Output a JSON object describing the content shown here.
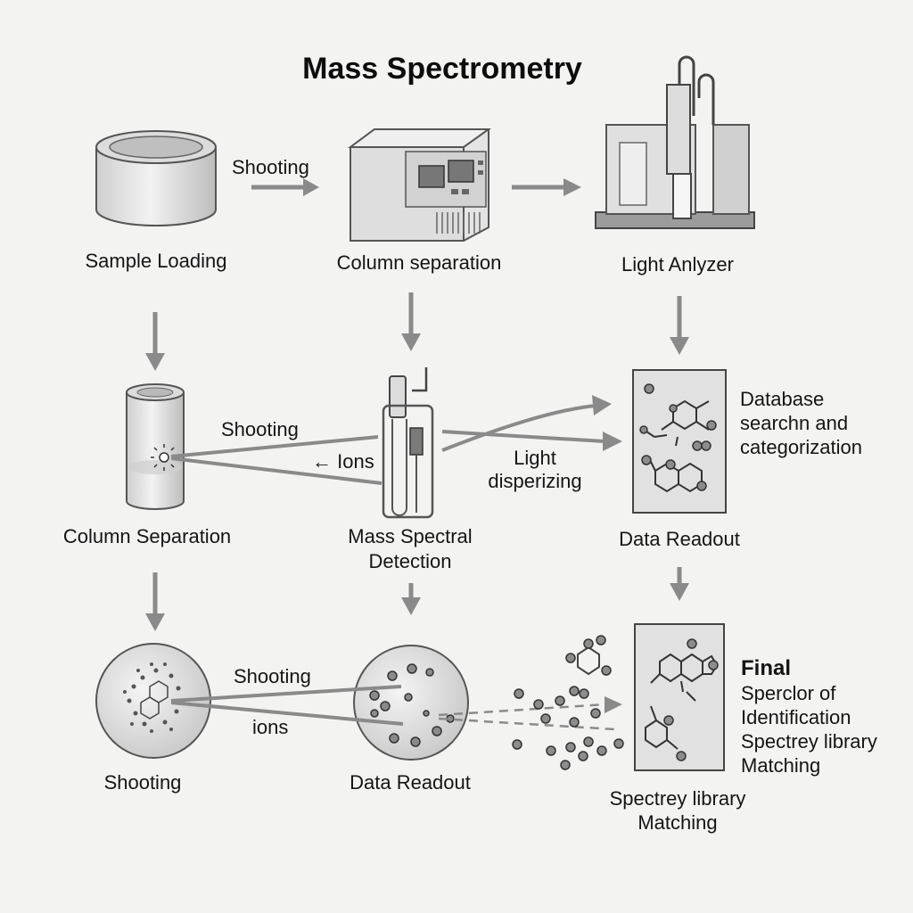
{
  "title": "Mass Spectrometry",
  "labels": {
    "sample_loading": "Sample Loading",
    "column_separation_top": "Column separation",
    "light_analyzer": "Light Anlyzer",
    "column_separation_mid": "Column Separation",
    "mass_spectral_detection_1": "Mass Spectral",
    "mass_spectral_detection_2": "Detection",
    "data_readout_mid": "Data Readout",
    "shooting_bottom": "Shooting",
    "data_readout_bottom": "Data Readout",
    "spectrey_library_1": "Spectrey library",
    "spectrey_library_2": "Matching"
  },
  "arrow_labels": {
    "shooting_top": "Shooting",
    "shooting_mid": "Shooting",
    "ions_mid": "← Ions",
    "light_dispersing_1": "Light",
    "light_dispersing_2": "disperizing",
    "shooting_low": "Shooting",
    "ions_low": "ions"
  },
  "database_note": {
    "line1": "Database",
    "line2": "searchn and",
    "line3": "categorization"
  },
  "final_note": {
    "heading": "Final",
    "line1": "Sperclor of",
    "line2": "Identification",
    "line3": "Spectrey library",
    "line4": "Matching"
  },
  "colors": {
    "arrow": "#8a8a8a",
    "outline": "#555555",
    "fill_light": "#e2e2e2",
    "fill_mid": "#cfcfcf",
    "dot": "#9a9a9a"
  }
}
